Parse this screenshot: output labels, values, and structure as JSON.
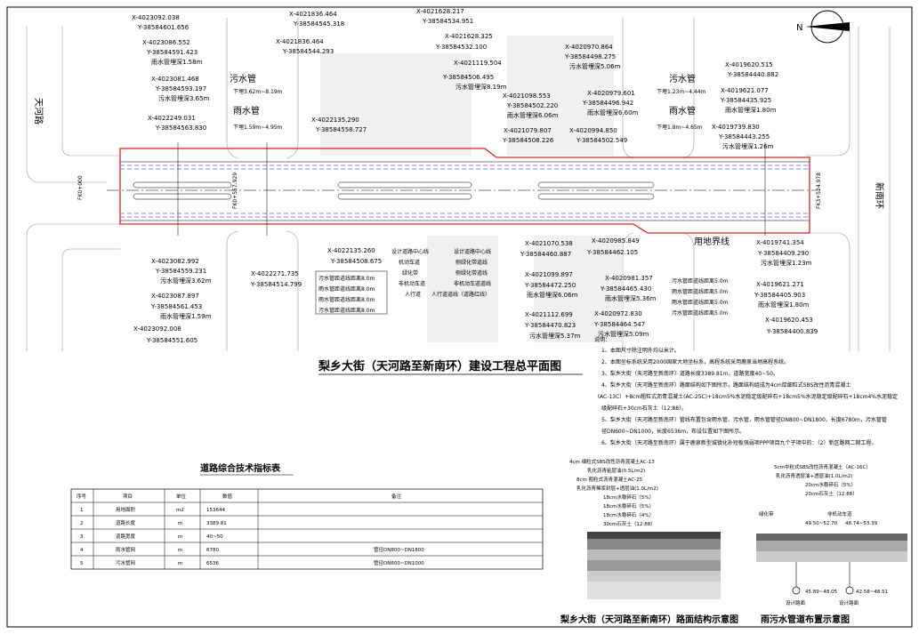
{
  "title": "梨乡大街（天河路至新南环）建设工程总平面图",
  "roads": {
    "left": "天河路",
    "right": "新南环"
  },
  "chainages": {
    "start": "FK0+000",
    "mid": "FK0+557.929",
    "end": "FK3+524.978"
  },
  "north_label": "N",
  "pipe_labels": {
    "sewer_a": "污水管",
    "sewer_a_depth": "下埋3.62m~8.19m",
    "rain_a": "雨水管",
    "rain_a_depth": "下埋1.59m~4.95m",
    "sewer_b": "污水管",
    "sewer_b_depth": "下埋1.23m~4.44m",
    "rain_b": "雨水管",
    "rain_b_depth": "下埋1.8m~4.65m",
    "land_line": "用地界线"
  },
  "coords_top": [
    {
      "x": "X-4023092.038",
      "y": "Y-38584601.656"
    },
    {
      "x": "X-4023086.552",
      "y": "Y-38584591.423",
      "n": "雨水管埋深1.58m"
    },
    {
      "x": "X-4023081.468",
      "y": "Y-38584593.197",
      "n": "污水管埋深3.65m"
    },
    {
      "x": "X-4022249.031",
      "y": "Y-38584563.830"
    },
    {
      "x": "X-4021836.464",
      "y": "Y-38584545.318"
    },
    {
      "x": "X-4021836.464",
      "y": "Y-38584544.293"
    },
    {
      "x": "X-4022135.290",
      "y": "Y-38584558.727"
    },
    {
      "x": "X-4021628.217",
      "y": "Y-38584534.951"
    },
    {
      "x": "X-4021628.325",
      "y": "Y-38584532.100"
    },
    {
      "x": "X-4021119.504",
      "y": "Y-38584506.495",
      "n": "污水管埋深8.19m"
    },
    {
      "x": "X-4021098.553",
      "y": "Y-38584502.220",
      "n": "雨水管埋深6.06m"
    },
    {
      "x": "X-4021079.807",
      "y": "Y-38584508.226"
    },
    {
      "x": "X-4020970.864",
      "y": "Y-38584498.275",
      "n": "污水管埋深5.06m"
    },
    {
      "x": "X-4020979.601",
      "y": "Y-38584496.942",
      "n": "雨水管埋深6.60m"
    },
    {
      "x": "X-4020994.850",
      "y": "Y-38584502.549"
    },
    {
      "x": "X-4019620.515",
      "y": "Y-38584440.882"
    },
    {
      "x": "X-4019621.077",
      "y": "Y-38584435.925",
      "n": "雨水管埋深1.80m"
    },
    {
      "x": "X-4019739.830",
      "y": "Y-38584443.255",
      "n": "污水管埋深1.26m"
    }
  ],
  "coords_bottom": [
    {
      "x": "X-4023082.992",
      "y": "Y-38584559.231",
      "n": "污水管埋深3.62m"
    },
    {
      "x": "X-4023087.897",
      "y": "Y-38584561.453",
      "n": "雨水管埋深1.59m"
    },
    {
      "x": "X-4023092.008",
      "y": "Y-38584551.605"
    },
    {
      "x": "X-4022271.735",
      "y": "Y-38584514.799"
    },
    {
      "x": "X-4022135.260",
      "y": "Y-38584508.675"
    },
    {
      "x": "X-4021070.538",
      "y": "Y-38584460.887"
    },
    {
      "x": "X-4021099.897",
      "y": "Y-38584472.250",
      "n": "雨水管埋深6.06m"
    },
    {
      "x": "X-4021112.699",
      "y": "Y-38584470.823",
      "n": "污水管埋深5.37m"
    },
    {
      "x": "X-4020985.849",
      "y": "Y-38584462.105"
    },
    {
      "x": "X-4020981.357",
      "y": "Y-38584465.430",
      "n": "雨水管埋深5.36m"
    },
    {
      "x": "X-4020972.830",
      "y": "Y-38584464.547",
      "n": "污水管埋深5.09m"
    },
    {
      "x": "X-4019741.354",
      "y": "Y-38584409.290",
      "n": "污水管埋深1.23m"
    },
    {
      "x": "X-4019621.271",
      "y": "Y-38584405.903",
      "n": "雨水管埋深1.80m"
    },
    {
      "x": "X-4019620.453",
      "y": "Y-38584400.839"
    }
  ],
  "offset_a": [
    "污水管距道线距离8.0m",
    "雨水管距道线距离8.0m",
    "雨水管距道线距离8.0m",
    "污水管距道线距离8.0m"
  ],
  "legend_a": [
    "设计道路中心线",
    "机动车道",
    "绿化带",
    "非机动车道",
    "人行道"
  ],
  "legend_b": [
    "设计道路中心线",
    "侧绿化带道线",
    "侧绿化带道线",
    "非机动车道道线",
    "人行道道线（道路红线）"
  ],
  "offset_b": [
    "污水管距道线距离5.0m",
    "雨水管距道线距离5.0m",
    "雨水管距道线距离5.0m",
    "污水管距道线距离5.0m"
  ],
  "notes_title": "说明：",
  "notes": [
    "1、本图尺寸除注明外均以米计。",
    "2、本图坐标系统采用2000国家大地坐标系，高程系统采用鹿泉当地高程系统。",
    "3、梨乡大街（天河路至新南环）道路长度3389.81m，道路宽度40~50。",
    "4、梨乡大街（天河路至新南环）路面结构如下图所示，路面结构组成为4cm厚细粒式SBS改性沥青混凝土",
    "（AC-13C）+8cm粗粒式沥青混凝土(AC-25C)+18cm5%水泥稳定级配碎石+18cm5%水泥稳定级配碎石+18cm4%水泥稳定",
    "级配碎石+30cm石灰土（12:88）。",
    "5、梨乡大街（天河路至新南环）管线布置包含雨水管、污水管，雨水管管径DN800~DN1800，长度6780m，污水管管",
    "径DN600~DN1000，长度6536m，布设位置如下图所示。",
    "6、梨乡大街（天河路至新南环）属于鹿泉新型城镇化补短板强弱项PPP项目九个子项中的：（2）新区路网二期工程。"
  ],
  "table": {
    "title": "道路综合技术指标表",
    "headers": [
      "序号",
      "项目",
      "单位",
      "数值",
      "备注"
    ],
    "rows": [
      [
        "1",
        "用地面积",
        "m2",
        "153644",
        ""
      ],
      [
        "2",
        "道路长度",
        "m",
        "3389.81",
        ""
      ],
      [
        "3",
        "道路宽度",
        "m",
        "40~50",
        ""
      ],
      [
        "4",
        "雨水管网",
        "m",
        "6780",
        "管径DN800~DN1800"
      ],
      [
        "5",
        "污水管网",
        "m",
        "6536",
        "管径DN600~DN1000"
      ]
    ]
  },
  "structure": {
    "caption": "梨乡大街（天河路至新南环）路面结构示意图",
    "layers": [
      "4cm 细粒式SBS改性沥青混凝土AC-13",
      "乳化沥青粘层油(0.5L/m2)",
      "8cm 粗粒式沥青混凝土AC-25",
      "乳化沥青稀浆封层+透层油(1.0L/m2)",
      "18cm水稳碎石（5%）",
      "18cm水稳碎石（5%）",
      "18cm水稳碎石（4%）",
      "30cm石灰土（12:88）"
    ]
  },
  "pipe_layout": {
    "caption": "雨污水管道布置示意图",
    "layers": [
      "5cm中粒式SBS改性沥青混凝土（AC-16C）",
      "乳化沥青透层油+透层油(1.0L/m2)",
      "20cm水稳碎石（5%）",
      "20cm石灰土（12:88）"
    ],
    "labels": [
      "绿化带",
      "非机动车道",
      "设计路面",
      "设计路面"
    ],
    "dims": [
      "49.50~52.70",
      "48.74~53.39",
      "45.89~48.05",
      "42.58~48.51"
    ]
  }
}
